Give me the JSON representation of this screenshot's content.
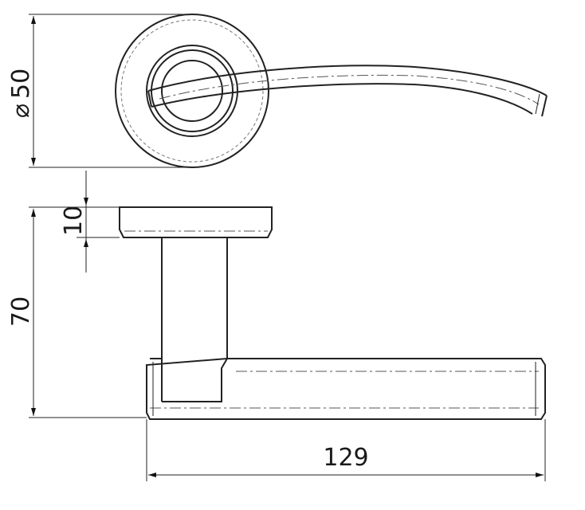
{
  "dimensions": {
    "diameter_symbol": "⌀",
    "diameter_value": "50",
    "rose_thickness": "10",
    "height": "70",
    "length": "129"
  },
  "colors": {
    "line": "#222222",
    "background": "#ffffff"
  }
}
